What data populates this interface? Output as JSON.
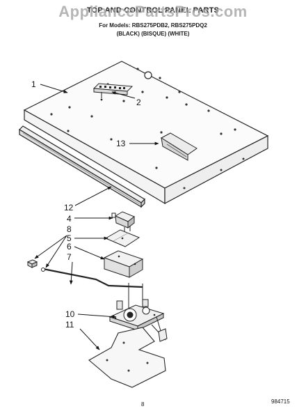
{
  "header": {
    "title": "TOP AND CONTROL PANEL PARTS",
    "models": "For Models: RBS275PDB2, RBS275PDQ2",
    "colors": "(BLACK) (BISQUE) (WHITE)"
  },
  "watermark": "AppliancePartsPros.com",
  "callouts": {
    "c1": "1",
    "c2": "2",
    "c13": "13",
    "c12": "12",
    "c4": "4",
    "c8": "8",
    "c5": "5",
    "c6": "6",
    "c7": "7",
    "c10": "10",
    "c11": "11"
  },
  "footer": {
    "page_number": "8",
    "figure_code": "984715"
  }
}
